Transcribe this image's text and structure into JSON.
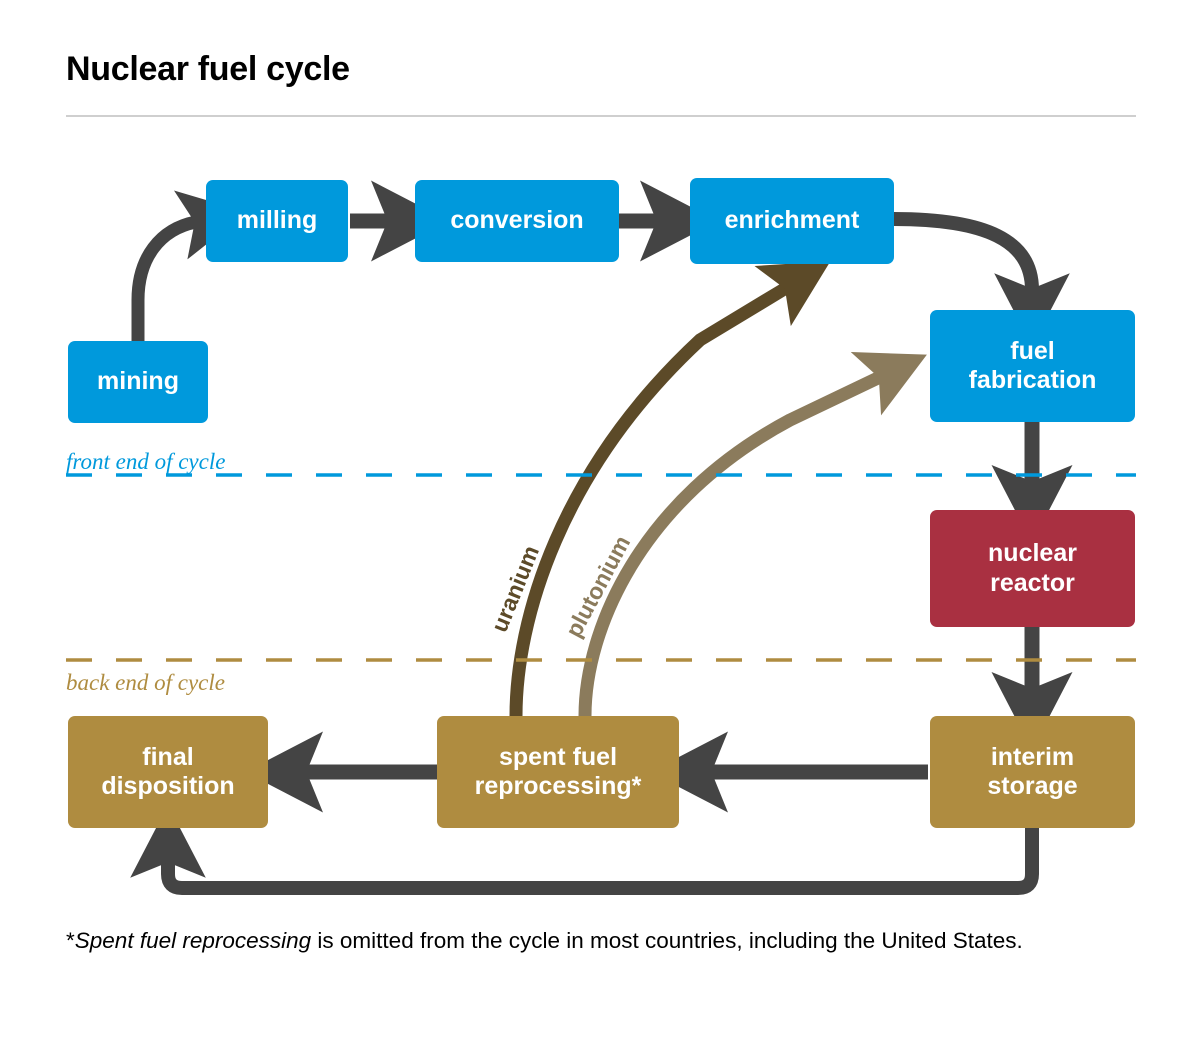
{
  "page": {
    "title": "Nuclear fuel cycle",
    "background": "#ffffff"
  },
  "colors": {
    "blue": "#0099dc",
    "gold": "#af8c40",
    "red": "#a93041",
    "arrow_gray": "#444444",
    "uranium": "#5c4a28",
    "plutonium": "#8b7b5c",
    "rule": "#cfcfcf",
    "text_on_node": "#ffffff"
  },
  "nodes": {
    "mining": "mining",
    "milling": "milling",
    "conversion": "conversion",
    "enrichment": "enrichment",
    "fuel_fabrication_line1": "fuel",
    "fuel_fabrication_line2": "fabrication",
    "nuclear_reactor_line1": "nuclear",
    "nuclear_reactor_line2": "reactor",
    "interim_storage_line1": "interim",
    "interim_storage_line2": "storage",
    "spent_fuel_reprocessing_line1": "spent fuel",
    "spent_fuel_reprocessing_line2": "reprocessing*",
    "final_disposition_line1": "final",
    "final_disposition_line2": "disposition"
  },
  "dividers": {
    "front_end": "front end of cycle",
    "back_end": "back end of cycle"
  },
  "flows": {
    "uranium": "uranium",
    "plutonium": "plutonium"
  },
  "footnote": {
    "asterisk": "*",
    "italic_part": "Spent fuel reprocessing",
    "rest": " is omitted from the cycle in most countries, including the United States."
  }
}
